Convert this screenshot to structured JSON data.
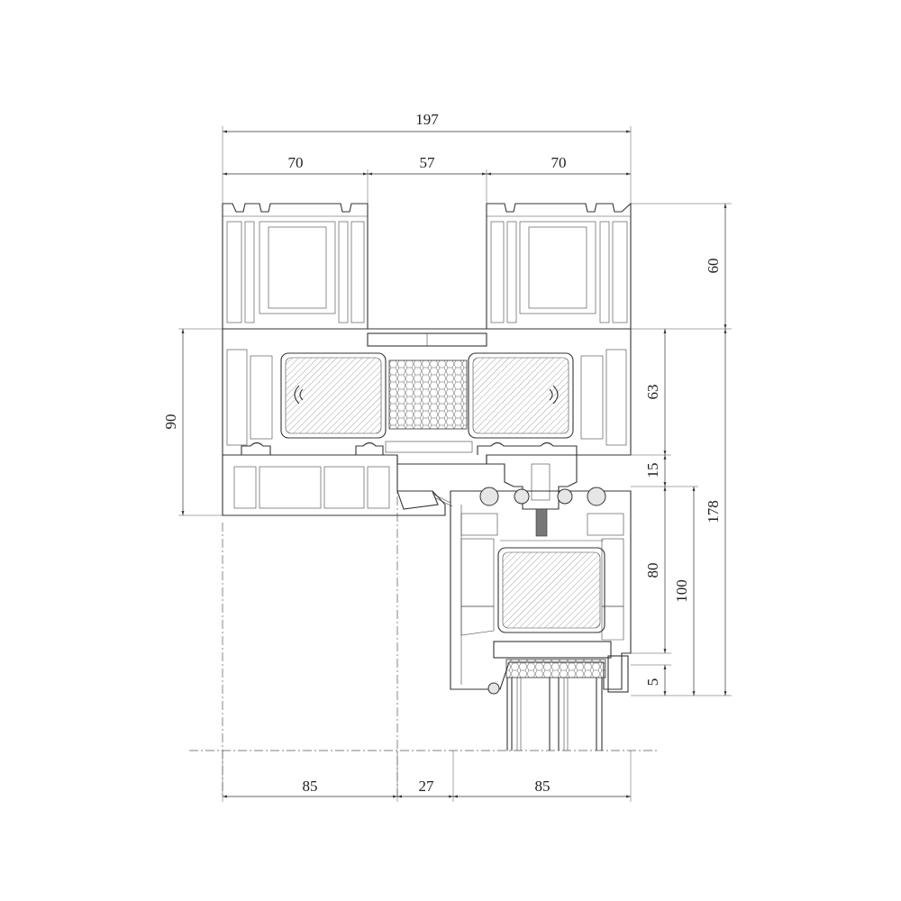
{
  "dimensions": {
    "top": {
      "overall": "197",
      "left": "70",
      "middle": "57",
      "right": "70"
    },
    "bottom": {
      "left": "85",
      "middle": "27",
      "right": "85"
    },
    "left": {
      "height": "90"
    },
    "right": {
      "upper": "60",
      "transom": "63",
      "gap": "15",
      "sash": "80",
      "glazing": "5",
      "sash_total": "100",
      "overall": "178"
    }
  },
  "colors": {
    "line": "#333333",
    "background": "#ffffff",
    "insulation": "#e6e6e6"
  }
}
